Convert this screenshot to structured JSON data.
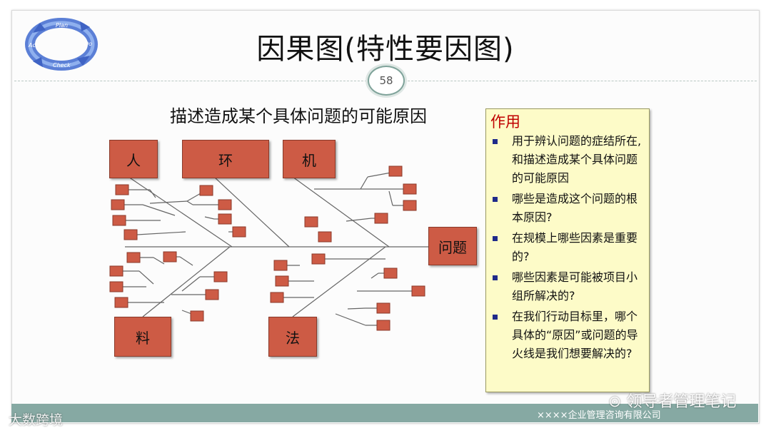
{
  "title": "因果图(特性要因图)",
  "page_number": "58",
  "subtitle": "描述造成某个具体问题的可能原因",
  "logo_words": {
    "plan": "Plan",
    "do": "Do",
    "check": "Check",
    "act": "Act"
  },
  "categories": {
    "person": "人",
    "environment": "环",
    "machine": "机",
    "material": "料",
    "method": "法"
  },
  "effect": "问题",
  "panel": {
    "title": "作用",
    "items": [
      "用于辨认问题的症结所在, 和描述造成某个具体问题的可能原因",
      "哪些是造成这个问题的根本原因?",
      "在规模上哪些因素是重要的?",
      "哪些因素是可能被项目小组所解决的?",
      "在我们行动目标里，哪个具体的“原因”或问题的导火线是我们想要解决的?"
    ]
  },
  "footer": {
    "company": "××××企业管理咨询有限公司"
  },
  "watermarks": {
    "left": "大数跨境",
    "right": "领导者管理笔记"
  },
  "colors": {
    "box": "#cd5b45",
    "panel_bg": "#fdfbc8",
    "panel_title": "#c00000",
    "bullet": "#1f2a8a",
    "footer_bar": "#86a9a3"
  }
}
